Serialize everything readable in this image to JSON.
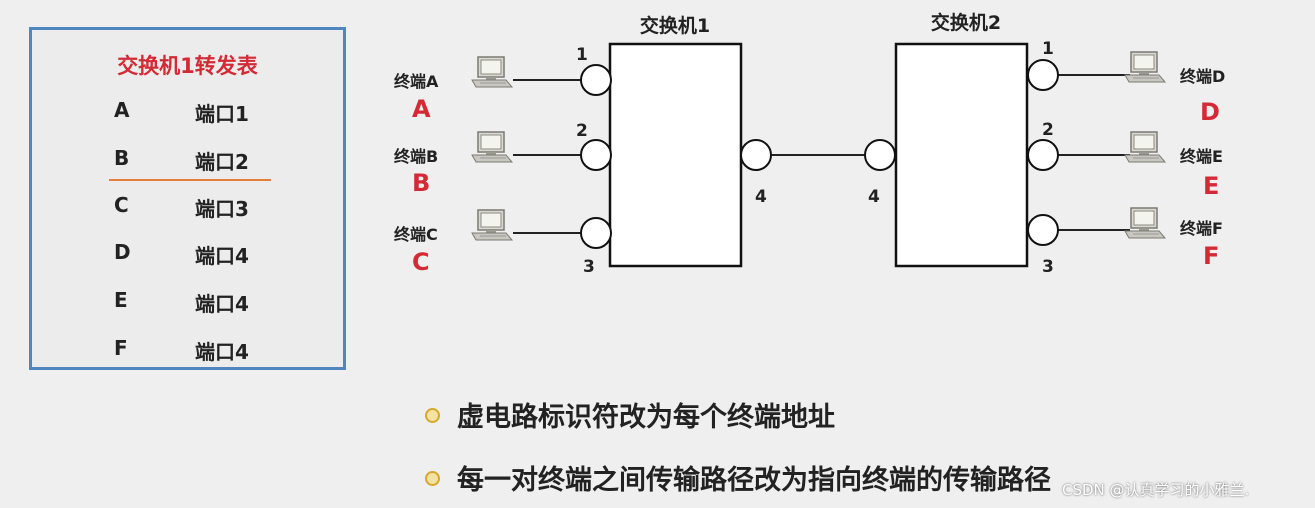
{
  "forwarding_table": {
    "title": "交换机1转发表",
    "rows": [
      {
        "dest": "A",
        "port": "端口1"
      },
      {
        "dest": "B",
        "port": "端口2"
      },
      {
        "dest": "C",
        "port": "端口3"
      },
      {
        "dest": "D",
        "port": "端口4"
      },
      {
        "dest": "E",
        "port": "端口4"
      },
      {
        "dest": "F",
        "port": "端口4"
      }
    ]
  },
  "switches": [
    {
      "label": "交换机1",
      "ports": [
        "1",
        "2",
        "3",
        "4"
      ]
    },
    {
      "label": "交换机2",
      "ports": [
        "1",
        "2",
        "3",
        "4"
      ]
    }
  ],
  "terminals": [
    {
      "name": "终端A",
      "letter": "A"
    },
    {
      "name": "终端B",
      "letter": "B"
    },
    {
      "name": "终端C",
      "letter": "C"
    },
    {
      "name": "终端D",
      "letter": "D"
    },
    {
      "name": "终端E",
      "letter": "E"
    },
    {
      "name": "终端F",
      "letter": "F"
    }
  ],
  "bullets": [
    "虚电路标识符改为每个终端地址",
    "每一对终端之间传输路径改为指向终端的传输路径"
  ],
  "watermark": "CSDN @认真学习的小雅兰.",
  "colors": {
    "accent_red": "#d42a35",
    "panel_border": "#4f86c0",
    "separator": "#e37e3b"
  }
}
